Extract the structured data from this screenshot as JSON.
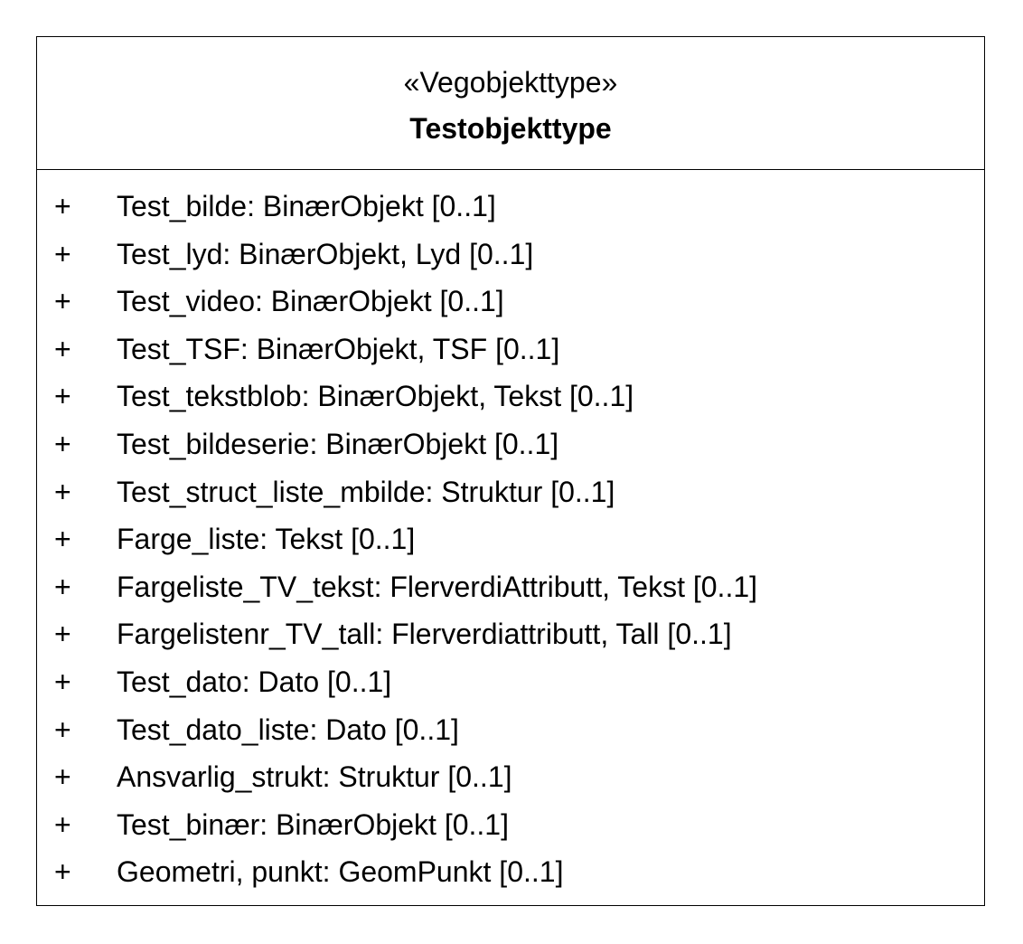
{
  "class": {
    "stereotype": "«Vegobjekttype»",
    "name": "Testobjekttype",
    "attributes": [
      {
        "visibility": "+",
        "text": "Test_bilde: BinærObjekt [0..1]"
      },
      {
        "visibility": "+",
        "text": "Test_lyd: BinærObjekt, Lyd [0..1]"
      },
      {
        "visibility": "+",
        "text": "Test_video: BinærObjekt [0..1]"
      },
      {
        "visibility": "+",
        "text": "Test_TSF: BinærObjekt, TSF [0..1]"
      },
      {
        "visibility": "+",
        "text": "Test_tekstblob: BinærObjekt, Tekst [0..1]"
      },
      {
        "visibility": "+",
        "text": "Test_bildeserie: BinærObjekt [0..1]"
      },
      {
        "visibility": "+",
        "text": "Test_struct_liste_mbilde: Struktur [0..1]"
      },
      {
        "visibility": "+",
        "text": "Farge_liste: Tekst [0..1]"
      },
      {
        "visibility": "+",
        "text": "Fargeliste_TV_tekst: FlerverdiAttributt, Tekst [0..1]"
      },
      {
        "visibility": "+",
        "text": "Fargelistenr_TV_tall: Flerverdiattributt, Tall [0..1]"
      },
      {
        "visibility": "+",
        "text": "Test_dato: Dato [0..1]"
      },
      {
        "visibility": "+",
        "text": "Test_dato_liste: Dato [0..1]"
      },
      {
        "visibility": "+",
        "text": "Ansvarlig_strukt: Struktur [0..1]"
      },
      {
        "visibility": "+",
        "text": "Test_binær: BinærObjekt [0..1]"
      },
      {
        "visibility": "+",
        "text": "Geometri, punkt: GeomPunkt [0..1]"
      }
    ]
  }
}
